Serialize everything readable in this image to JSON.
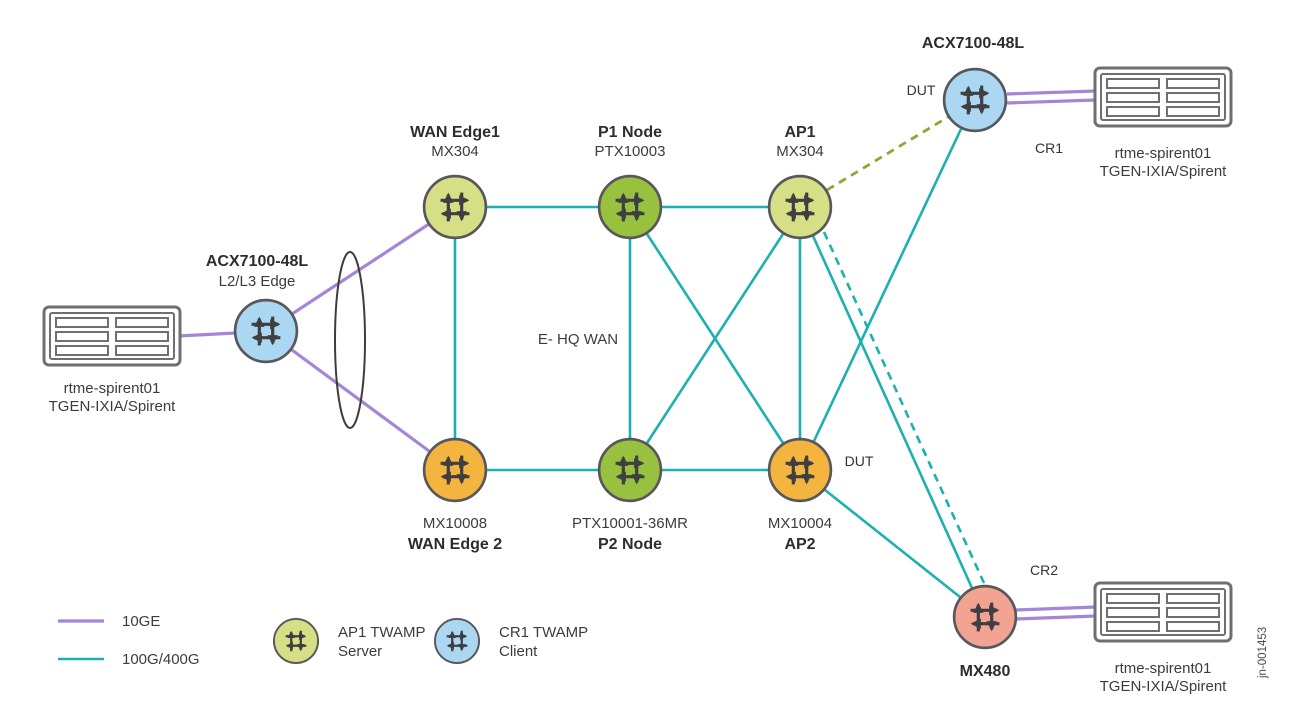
{
  "colors": {
    "teal_link": "#1cb0b0",
    "purple_link": "#a586d6",
    "olive_dashed_link": "#93a337",
    "node_blue": "#abd7f3",
    "node_yellow_green": "#d6df85",
    "node_green": "#97c13f",
    "node_orange": "#f3b440",
    "node_salmon": "#f2a391",
    "icon_stroke": "#58585a"
  },
  "nodes": {
    "tgen_left": {
      "line1": "rtme-spirent01",
      "line2": "TGEN-IXIA/Spirent"
    },
    "l2l3_edge": {
      "title": "ACX7100-48L",
      "subtitle": "L2/L3 Edge"
    },
    "wan_edge1": {
      "title": "WAN Edge1",
      "model": "MX304"
    },
    "p1": {
      "title": "P1 Node",
      "model": "PTX10003"
    },
    "ap1": {
      "title": "AP1",
      "model": "MX304"
    },
    "acx_dut": {
      "title": "ACX7100-48L",
      "dut": "DUT",
      "port": "CR1"
    },
    "tgen_top_right": {
      "line1": "rtme-spirent01",
      "line2": "TGEN-IXIA/Spirent"
    },
    "wan_edge2": {
      "model": "MX10008",
      "title": "WAN Edge 2"
    },
    "p2": {
      "model": "PTX10001-36MR",
      "title": "P2 Node"
    },
    "ap2": {
      "model": "MX10004",
      "title": "AP2",
      "dut": "DUT"
    },
    "mx480": {
      "title": "MX480",
      "port": "CR2"
    },
    "tgen_bottom_right": {
      "line1": "rtme-spirent01",
      "line2": "TGEN-IXIA/Spirent"
    }
  },
  "annotations": {
    "wan": "E- HQ WAN",
    "figure_id": "jn-001453"
  },
  "legend": {
    "line_10ge": "10GE",
    "line_100g": "100G/400G",
    "ap1_line1": "AP1 TWAMP",
    "ap1_line2": "Server",
    "cr1_line1": "CR1 TWAMP",
    "cr1_line2": "Client"
  }
}
